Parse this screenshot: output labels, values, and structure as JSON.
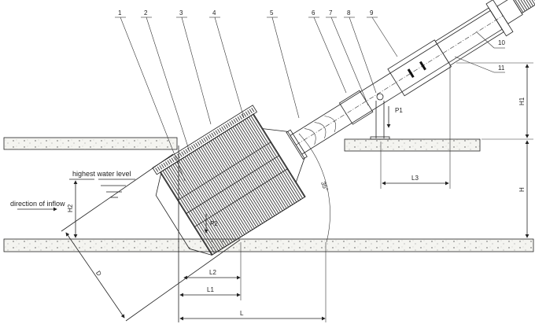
{
  "title": "Rotary drum screen installation diagram",
  "part_numbers": [
    "1",
    "2",
    "3",
    "4",
    "5",
    "6",
    "7",
    "8",
    "9",
    "10",
    "11"
  ],
  "labels": {
    "highest_water_level": "highest water level",
    "direction_of_inflow": "direction of inflow",
    "angle": "35°"
  },
  "dimensions": {
    "H1": "H1",
    "H": "H",
    "H2": "H2",
    "L": "L",
    "L1": "L1",
    "L2": "L2",
    "L3": "L3",
    "D": "D",
    "P1": "P1",
    "P2": "P2"
  }
}
